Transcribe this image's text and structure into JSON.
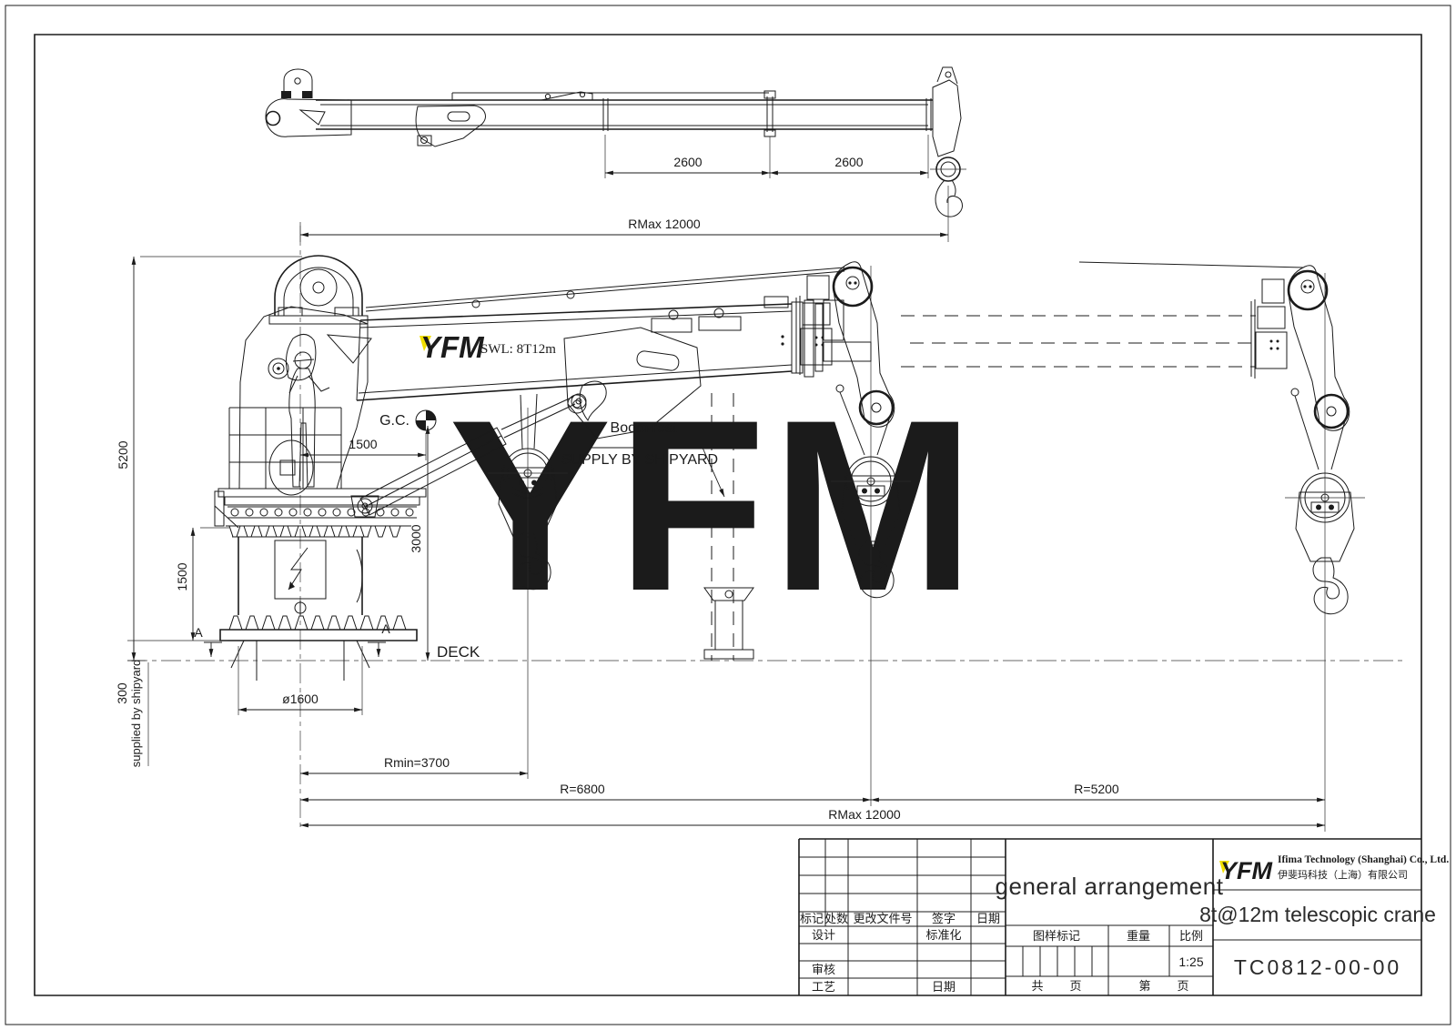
{
  "palette": {
    "line": "#1b1b1b",
    "watermark": "#d8d8d8",
    "logo_blue": "#1a87d8",
    "logo_yellow": "#f2df00"
  },
  "watermark": "YFM",
  "top_view": {
    "dim_section1": "2600",
    "dim_section2": "2600",
    "dim_rmax": "RMax 12000"
  },
  "main_view": {
    "boom_logo": "YFM",
    "swl": "SWL: 8T12m",
    "gc": "G.C.",
    "dim_gc_offset": "1500",
    "dim_gc_height": "3000",
    "boom_rest": "Boom rest",
    "boom_rest_note": "SUPPLY BY SHIPYARD",
    "deck": "DECK",
    "dim_height": "5200",
    "dim_pedestal": "1500",
    "dim_below_deck": "300",
    "below_deck_note": "supplied by shipyard",
    "dim_base_dia": "ø1600",
    "dim_rmin": "Rmin=3700",
    "dim_r_mid": "R=6800",
    "dim_r_right": "R=5200",
    "dim_rmax": "RMax 12000",
    "section_a_left": "A",
    "section_a_right": "A"
  },
  "title_block": {
    "rev_cols": [
      "标记",
      "处数",
      "更改文件号",
      "签字",
      "日期"
    ],
    "design": "设计",
    "standardization": "标准化",
    "audit": "审核",
    "process": "工艺",
    "date": "日期",
    "title": "general arrangement",
    "stamp": "图样标记",
    "weight": "重量",
    "scale_label": "比例",
    "scale": "1:25",
    "sheets_total": "共",
    "sheets_total_page": "页",
    "sheet_no": "第",
    "sheet_no_page": "页",
    "logo": "YFM",
    "company_en": "Ifima Technology (Shanghai) Co., Ltd.",
    "company_cn": "伊斐玛科技（上海）有限公司",
    "product": "8t@12m telescopic crane",
    "drawing_no": "TC0812-00-00"
  }
}
